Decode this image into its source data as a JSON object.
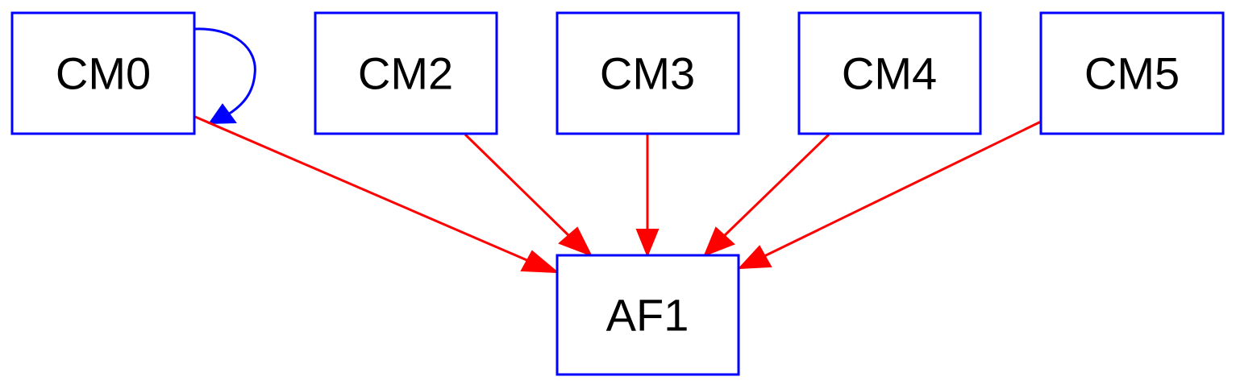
{
  "colors": {
    "node_border": "#0000ff",
    "edge_primary": "#ff0000",
    "edge_self": "#0000ff",
    "text": "#000000"
  },
  "nodes": [
    {
      "id": "cm0",
      "label": "CM0"
    },
    {
      "id": "cm2",
      "label": "CM2"
    },
    {
      "id": "cm3",
      "label": "CM3"
    },
    {
      "id": "cm4",
      "label": "CM4"
    },
    {
      "id": "cm5",
      "label": "CM5"
    },
    {
      "id": "af1",
      "label": "AF1"
    }
  ],
  "edges": [
    {
      "from": "cm0",
      "to": "cm0",
      "color": "blue"
    },
    {
      "from": "cm0",
      "to": "af1",
      "color": "red"
    },
    {
      "from": "cm2",
      "to": "af1",
      "color": "red"
    },
    {
      "from": "cm3",
      "to": "af1",
      "color": "red"
    },
    {
      "from": "cm4",
      "to": "af1",
      "color": "red"
    },
    {
      "from": "cm5",
      "to": "af1",
      "color": "red"
    }
  ]
}
